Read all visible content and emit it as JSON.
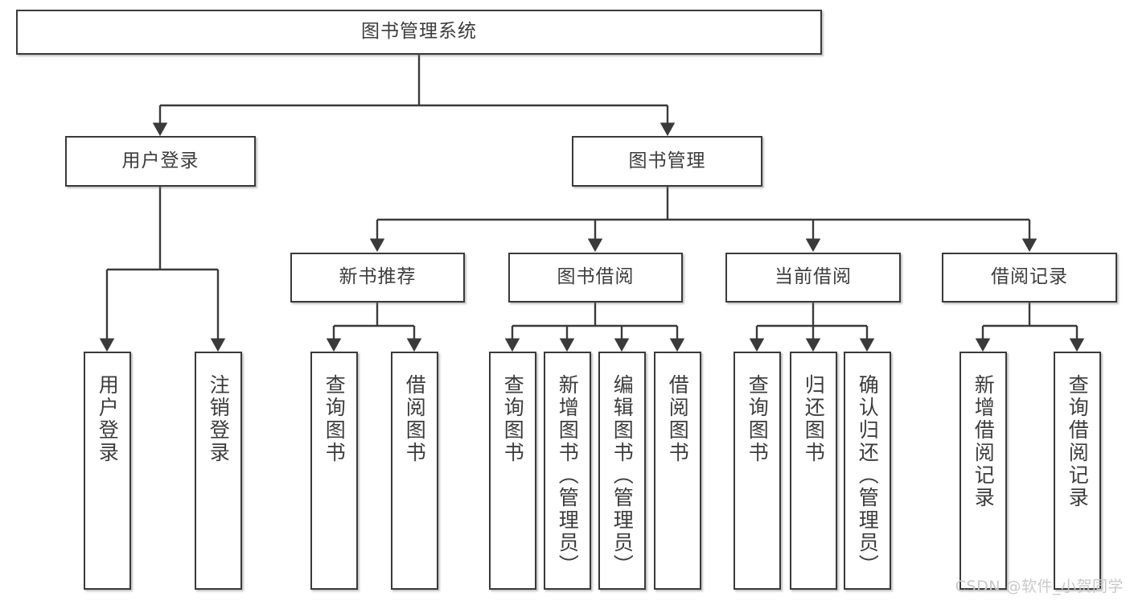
{
  "diagram": {
    "type": "tree-hierarchy",
    "title": "图书管理系统",
    "orientation": "top-down",
    "colors": {
      "stroke": "#3a3a3a",
      "text": "#3c3c3c",
      "background": "#ffffff",
      "watermark": "#c9c9c9"
    },
    "watermark": "CSDN @软件_小贺同学"
  },
  "nodes": {
    "root": {
      "label": "图书管理系统"
    },
    "level2": [
      {
        "label": "用户登录"
      },
      {
        "label": "图书管理"
      }
    ],
    "level3": [
      {
        "label": "新书推荐"
      },
      {
        "label": "图书借阅"
      },
      {
        "label": "当前借阅"
      },
      {
        "label": "借阅记录"
      }
    ],
    "leaves": {
      "user_login": [
        {
          "label": "用户登录"
        },
        {
          "label": "注销登录"
        }
      ],
      "new_book_recommend": [
        {
          "label": "查询图书"
        },
        {
          "label": "借阅图书"
        }
      ],
      "book_borrow": [
        {
          "label": "查询图书"
        },
        {
          "label": "新增图书（管理员）"
        },
        {
          "label": "编辑图书（管理员）"
        },
        {
          "label": "借阅图书"
        }
      ],
      "current_borrow": [
        {
          "label": "查询图书"
        },
        {
          "label": "归还图书"
        },
        {
          "label": "确认归还（管理员）"
        }
      ],
      "borrow_record": [
        {
          "label": "新增借阅记录"
        },
        {
          "label": "查询借阅记录"
        }
      ]
    }
  }
}
